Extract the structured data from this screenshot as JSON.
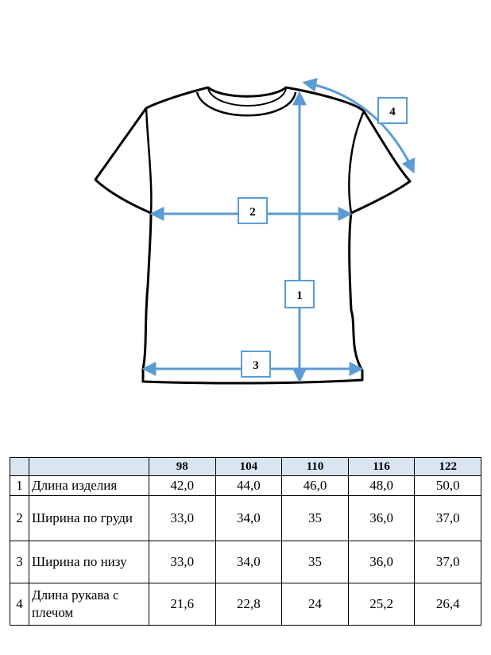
{
  "diagram": {
    "labels": [
      "1",
      "2",
      "3",
      "4"
    ],
    "colors": {
      "outline": "#000000",
      "measure_line": "#5b9bd5",
      "label_box": "#5b9bd5"
    }
  },
  "table": {
    "sizes": [
      "98",
      "104",
      "110",
      "116",
      "122"
    ],
    "rows": [
      {
        "index": "1",
        "name": "Длина изделия",
        "values": [
          "42,0",
          "44,0",
          "46,0",
          "48,0",
          "50,0"
        ]
      },
      {
        "index": "2",
        "name": "Ширина по груди",
        "values": [
          "33,0",
          "34,0",
          "35",
          "36,0",
          "37,0"
        ]
      },
      {
        "index": "3",
        "name": "Ширина по низу",
        "values": [
          "33,0",
          "34,0",
          "35",
          "36,0",
          "37,0"
        ]
      },
      {
        "index": "4",
        "name": "Длина рукава с плечом",
        "values": [
          "21,6",
          "22,8",
          "24",
          "25,2",
          "26,4"
        ]
      }
    ],
    "header_color": "#dbe5f1"
  }
}
